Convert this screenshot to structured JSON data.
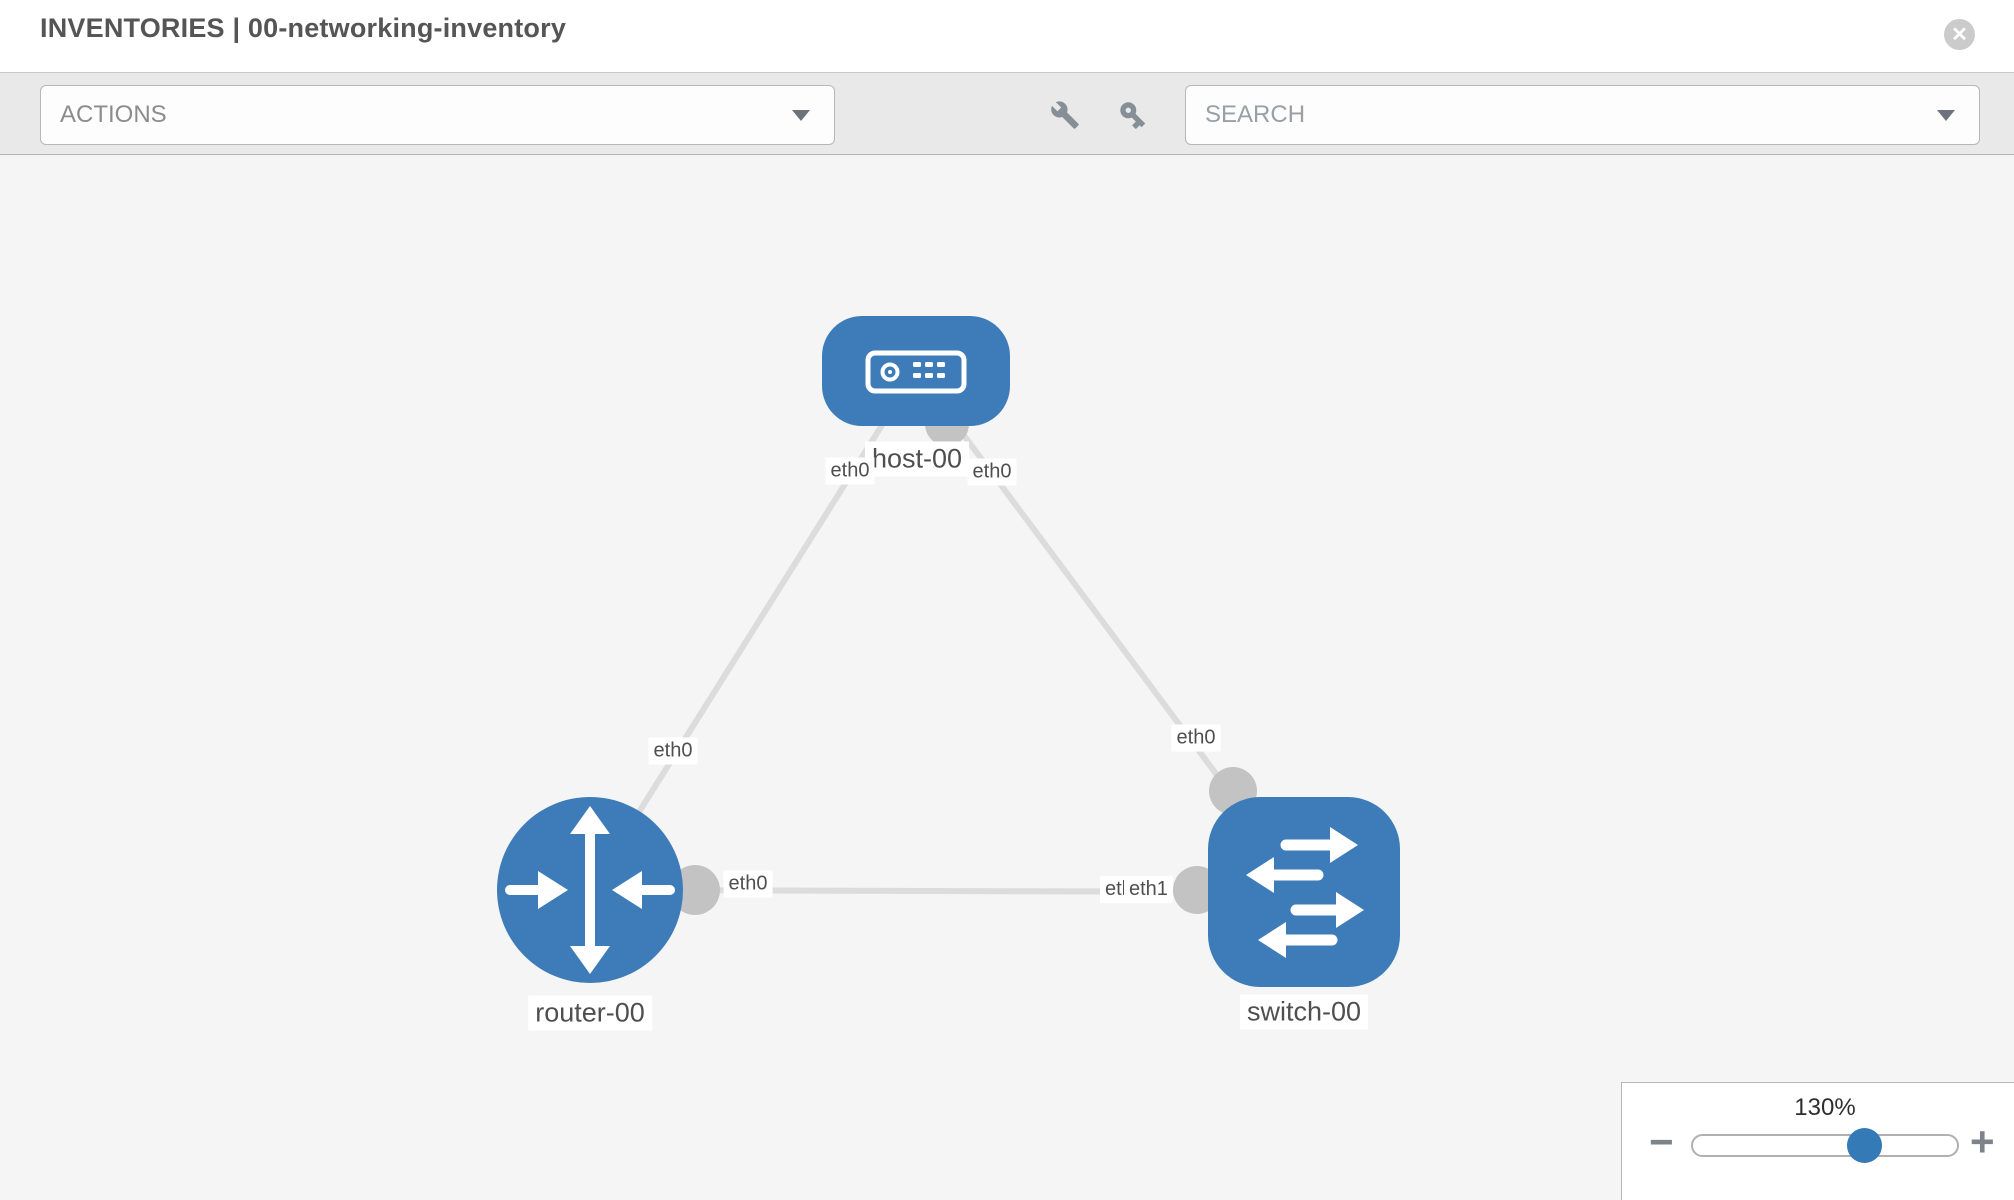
{
  "header": {
    "title": "INVENTORIES | 00-networking-inventory",
    "close_label": "✕"
  },
  "toolbar": {
    "actions_label": "ACTIONS",
    "search_placeholder": "SEARCH"
  },
  "topology": {
    "nodes": [
      {
        "label": "host-00",
        "type": "host"
      },
      {
        "label": "router-00",
        "type": "router"
      },
      {
        "label": "switch-00",
        "type": "switch"
      }
    ],
    "links": [
      {
        "from": "host-00",
        "to": "router-00"
      },
      {
        "from": "host-00",
        "to": "switch-00"
      },
      {
        "from": "router-00",
        "to": "switch-00"
      }
    ],
    "interface_labels": {
      "host_to_router_at_host": "eth0",
      "host_to_switch_at_host": "eth0",
      "host_to_router_mid": "eth0",
      "host_to_switch_at_switch": "eth0",
      "router_to_switch_at_router": "eth0",
      "router_to_switch_at_switch_back": "eth0",
      "router_to_switch_at_switch_front": "eth1"
    }
  },
  "zoom_control": {
    "level": "130%",
    "minus_label": "−",
    "plus_label": "+"
  },
  "colors": {
    "node_blue": "#3d7cb8",
    "thumb_blue": "#337ab7",
    "link_gray": "#dcdcdc",
    "interface_gray": "#c3c3c3",
    "canvas_bg": "#f5f5f5",
    "toolbar_bg": "#e9e9e9"
  }
}
